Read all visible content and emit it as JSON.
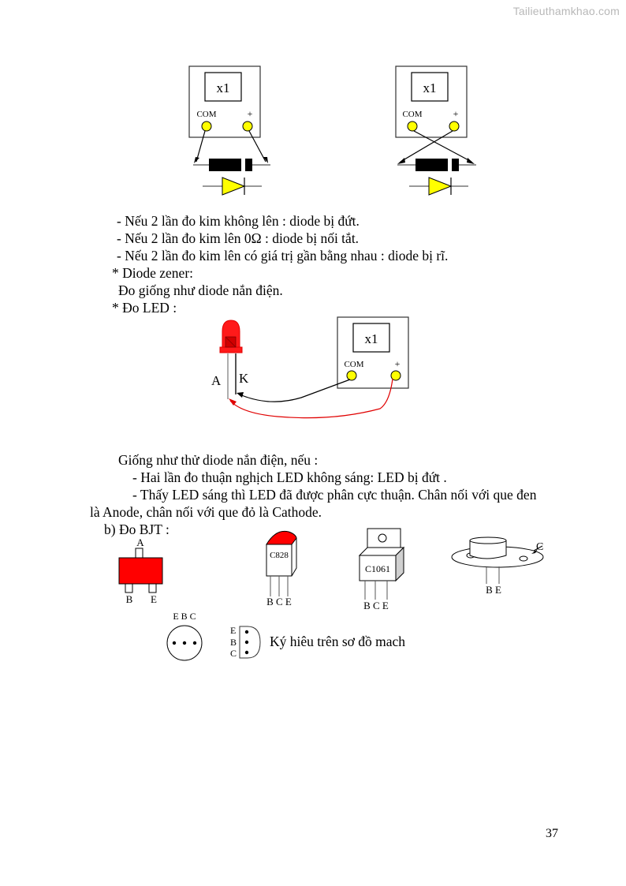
{
  "watermark": "Tailieuthamkhao.com",
  "page_number": "37",
  "diode_test_figures": [
    {
      "meter_display": "x1",
      "com_label": "COM",
      "plus_label": "+",
      "probe_connection": "straight"
    },
    {
      "meter_display": "x1",
      "com_label": "COM",
      "plus_label": "+",
      "probe_connection": "crossed"
    }
  ],
  "diode_results": [
    "- Nếu 2 lần đo kim không lên : diode bị đứt.",
    "- Nếu 2 lần đo kim lên 0Ω : diode bị nối tắt.",
    "- Nếu 2 lần đo kim lên có giá trị gần bằng nhau : diode bị rĩ."
  ],
  "zener_heading": "* Diode zener:",
  "zener_text": "Đo giống như diode nắn điện.",
  "led_heading": "* Đo  LED :",
  "led_figure": {
    "meter_display": "x1",
    "com_label": "COM",
    "plus_label": "+",
    "anode_label": "A",
    "cathode_label": "K",
    "led_color": "#ff1a1a",
    "probe_black_color": "#000000",
    "probe_red_color": "#e00000"
  },
  "led_paragraph": {
    "intro": "Giống như thử diode nắn điện, nếu :",
    "item1": "- Hai lần đo thuận nghịch LED không sáng: LED bị đứt .",
    "item2_line1": "- Thấy LED sáng thì LED đã được phân cực thuận. Chân nối với que đen",
    "item2_line2": "là Anode, chân nối với que đỏ là Cathode."
  },
  "bjt_heading": "b)  Đo BJT :",
  "bjt_figures": {
    "smd": {
      "top_pin": "A",
      "bottom_left": "B",
      "bottom_right": "E",
      "color": "#ff0000"
    },
    "to92": {
      "marking": "C828",
      "pins": "B C E",
      "cap_color": "#ff0000"
    },
    "to220": {
      "marking": "C1061",
      "pins": "B C E"
    },
    "to3": {
      "case_label": "C",
      "pins": "B  E"
    },
    "round_pinout": {
      "pins": "E  B  C"
    },
    "symbol_pinout": {
      "pin_e": "E",
      "pin_b": "B",
      "pin_c": "C"
    },
    "caption": "Ký hiêu trên sơ đồ mach"
  },
  "colors": {
    "terminal_yellow": "#ffff00",
    "diode_yellow": "#ffff00",
    "watermark_gray": "#b8b8b8"
  }
}
